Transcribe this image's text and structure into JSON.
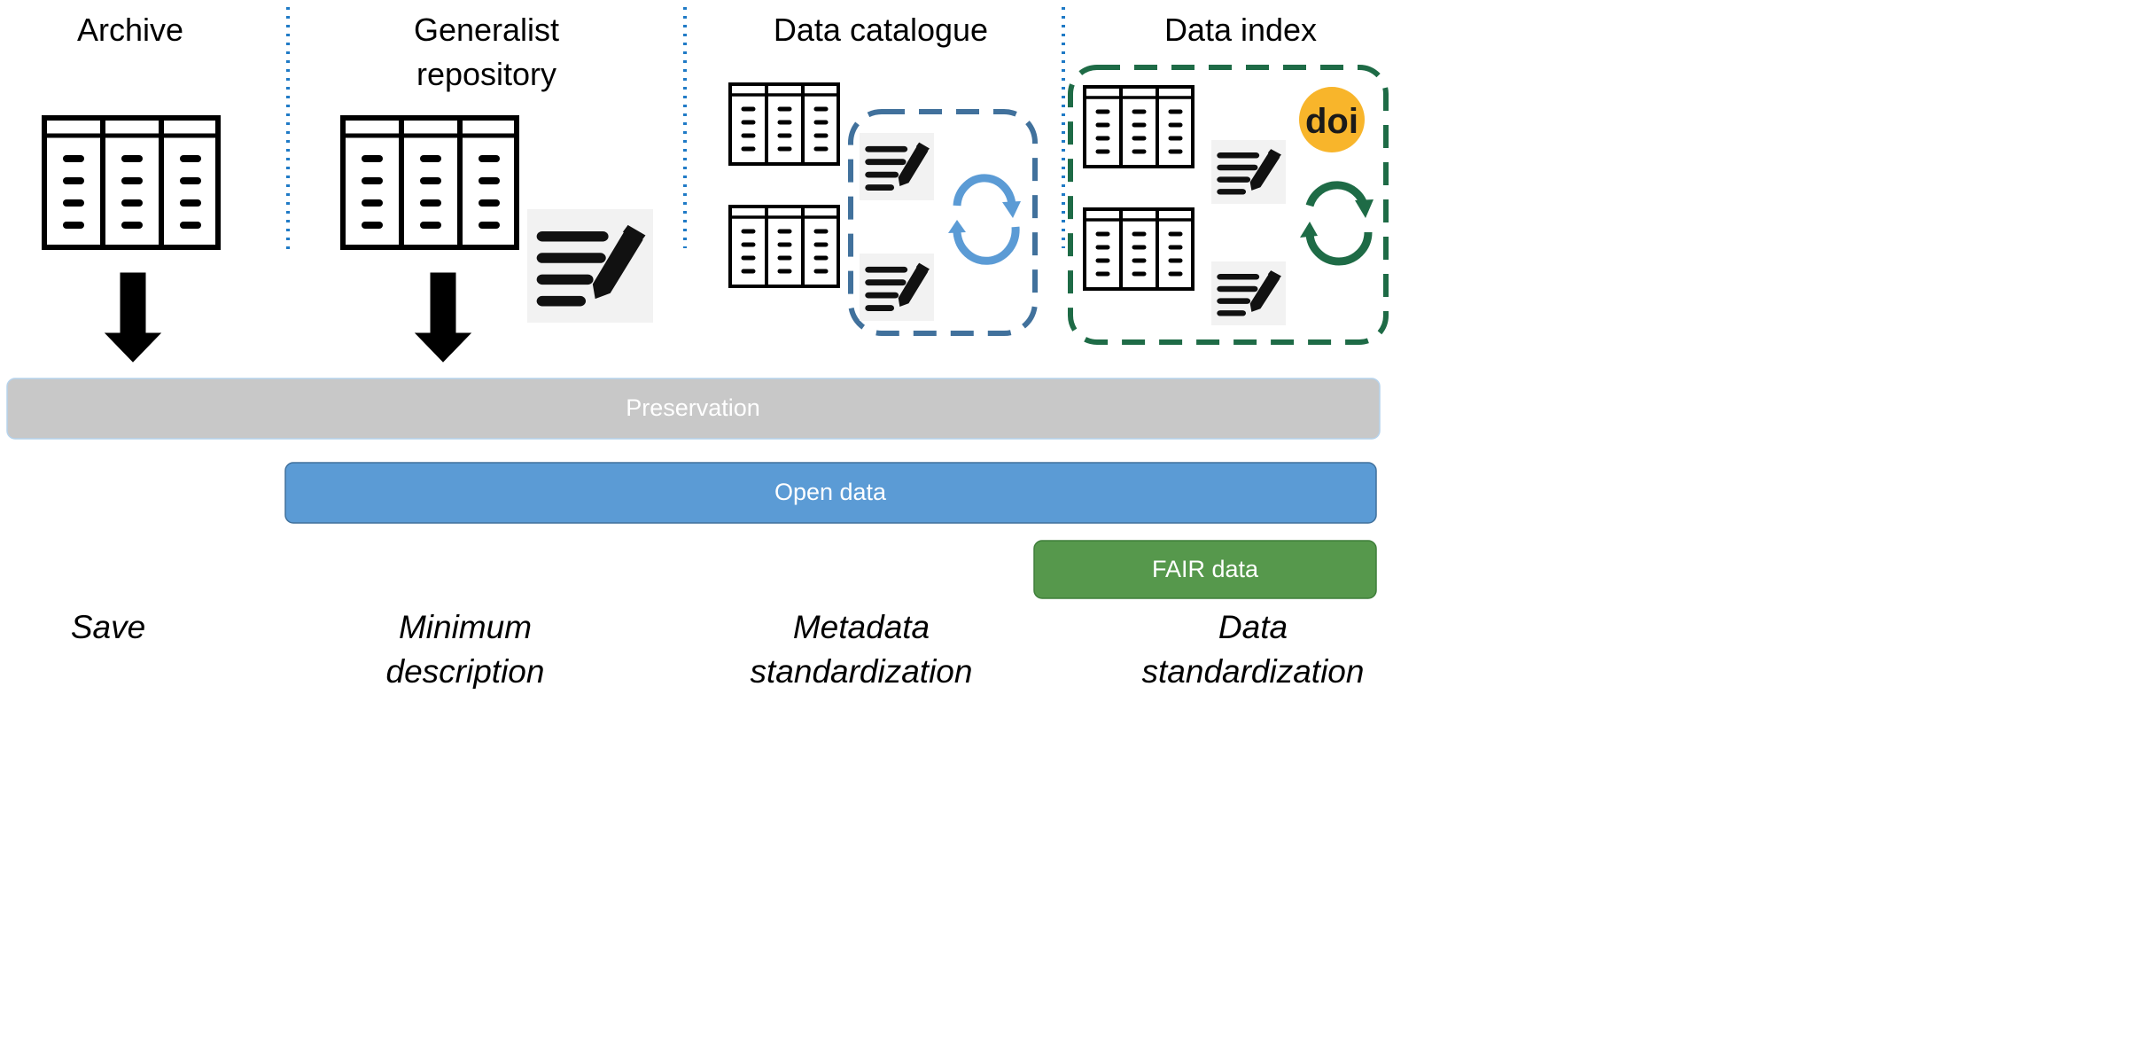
{
  "columns": {
    "archive": "Archive",
    "generalist_line1": "Generalist",
    "generalist_line2": "repository",
    "catalogue": "Data catalogue",
    "index": "Data index"
  },
  "bars": {
    "preservation": "Preservation",
    "open_data": "Open data",
    "fair_data": "FAIR data"
  },
  "captions": {
    "save": "Save",
    "minimum_line1": "Minimum",
    "minimum_line2": "description",
    "metadata_line1": "Metadata",
    "metadata_line2": "standardization",
    "data_line1": "Data",
    "data_line2": "standardization"
  },
  "badge": {
    "doi": "doi"
  },
  "colors": {
    "preservation": "#c8c8c8",
    "open_data": "#5b9bd5",
    "fair_data": "#56984c",
    "catalogue_frame": "#41719c",
    "index_frame": "#1e6b46",
    "doi_badge": "#f8b52b",
    "divider": "#1f7ac6"
  },
  "icons": [
    "table-icon",
    "metadata-document-icon",
    "down-arrow-icon",
    "sync-cycle-icon",
    "doi-badge-icon"
  ]
}
